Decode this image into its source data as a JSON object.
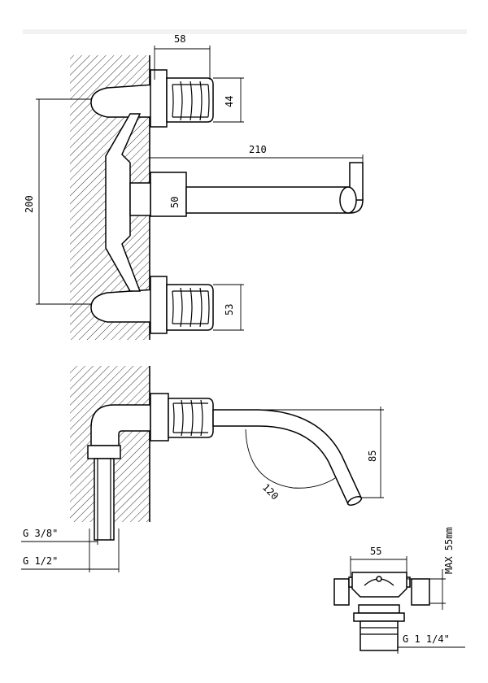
{
  "dimensions": {
    "top_width": "58",
    "handle_top_height": "44",
    "vertical_spacing": "200",
    "spout_length": "210",
    "spout_collar": "50",
    "handle_bottom_height": "53",
    "spout_angle": "120",
    "spout_drop": "85",
    "drain_width": "55",
    "drain_max": "MAX 55mm"
  },
  "threads": {
    "g38": "G 3/8\"",
    "g12": "G 1/2\"",
    "g114": "G 1 1/4\""
  }
}
